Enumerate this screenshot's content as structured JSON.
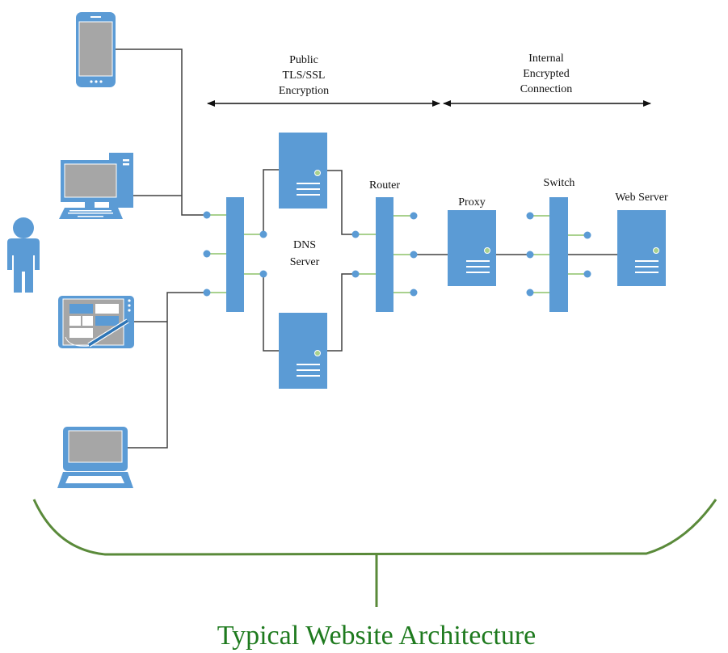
{
  "title": "Typical Website Architecture",
  "colors": {
    "device_blue": "#5b9bd5",
    "screen_gray": "#a6a6a6",
    "port_line": "#a9d18e",
    "led_green": "#a9d18e",
    "wire": "#404040",
    "bracket_green": "#5a8a3a",
    "title_green": "#1e7a1e"
  },
  "annotations": {
    "public": [
      "Public",
      "TLS/SSL",
      "Encryption"
    ],
    "internal": [
      "Internal",
      "Encrypted",
      "Connection"
    ]
  },
  "clients": [
    {
      "id": "smartphone",
      "icon": "smartphone-icon"
    },
    {
      "id": "desktop",
      "icon": "desktop-computer-icon"
    },
    {
      "id": "user",
      "icon": "person-icon"
    },
    {
      "id": "tablet",
      "icon": "tablet-pen-icon"
    },
    {
      "id": "laptop",
      "icon": "laptop-icon"
    }
  ],
  "nodes": {
    "dns": {
      "label_lines": [
        "DNS",
        "Server"
      ]
    },
    "router": {
      "label": "Router"
    },
    "proxy": {
      "label": "Proxy"
    },
    "switch": {
      "label": "Switch"
    },
    "webserver": {
      "label": "Web Server"
    }
  }
}
